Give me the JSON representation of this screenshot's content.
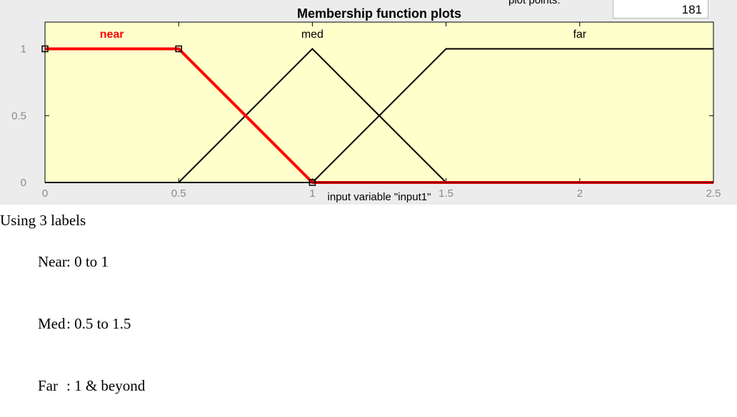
{
  "figure": {
    "plot_points_label": "plot points:",
    "plot_points_value": "181"
  },
  "chart_data": {
    "type": "line",
    "title": "Membership function plots",
    "xlabel": "input variable \"input1\"",
    "ylabel": "",
    "xlim": [
      0,
      2.5
    ],
    "ylim": [
      0,
      1.2
    ],
    "xticks": [
      "0",
      "0.5",
      "1",
      "1.5",
      "2",
      "2.5"
    ],
    "xtick_values": [
      0,
      0.5,
      1,
      1.5,
      2,
      2.5
    ],
    "yticks": [
      "0",
      "0.5",
      "1"
    ],
    "ytick_values": [
      0,
      0.5,
      1
    ],
    "grid": false,
    "background_color": "#ffffcc",
    "series": [
      {
        "name": "near",
        "color": "#ff0000",
        "highlighted": true,
        "x": [
          0,
          0.5,
          1,
          2.5
        ],
        "y": [
          1,
          1,
          0,
          0
        ],
        "label_x": 0.25
      },
      {
        "name": "med",
        "color": "#000000",
        "highlighted": false,
        "x": [
          0,
          0.5,
          1,
          1.5,
          2.5
        ],
        "y": [
          0,
          0,
          1,
          0,
          0
        ],
        "label_x": 1.0
      },
      {
        "name": "far",
        "color": "#000000",
        "highlighted": false,
        "x": [
          0,
          1,
          1.5,
          2.5
        ],
        "y": [
          0,
          0,
          1,
          1
        ],
        "label_x": 2.0
      }
    ]
  },
  "notes": {
    "heading": "Using 3 labels",
    "lines": [
      {
        "name": "Near",
        "range": ": 0 to 1"
      },
      {
        "name": "Med",
        "range": ": 0.5 to 1.5"
      },
      {
        "name": "Far",
        "range": ": 1 & beyond"
      }
    ]
  }
}
